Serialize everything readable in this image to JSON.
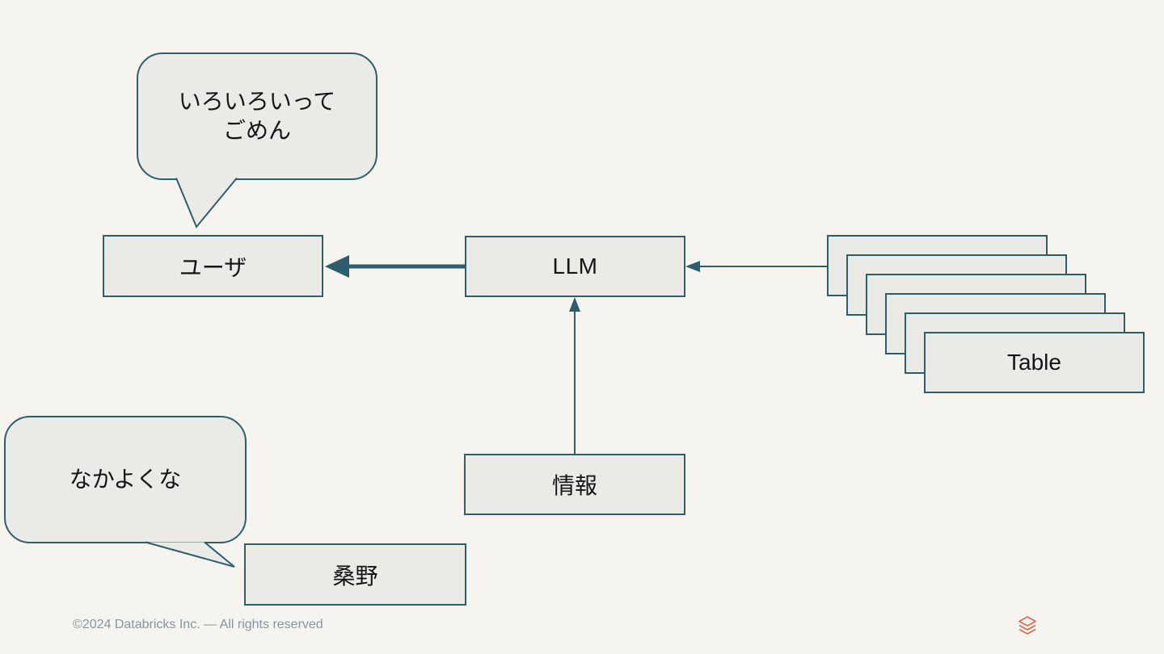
{
  "slide": {
    "background_color": "#f5f4ef"
  },
  "colors": {
    "shape_fill": "#eaeae6",
    "shape_border": "#2e5e6d",
    "arrow": "#2e5e6d",
    "footer_text": "#8894a3",
    "logo_coral": "#dd6552"
  },
  "bubbles": {
    "apology": {
      "line1": "いろいろいって",
      "line2": "ごめん",
      "points_to": "user"
    },
    "friendly": {
      "text": "なかよくな",
      "points_to": "kuwano"
    }
  },
  "nodes": {
    "user": {
      "label": "ユーザ"
    },
    "llm": {
      "label": "LLM"
    },
    "info": {
      "label": "情報"
    },
    "kuwano": {
      "label": "桑野"
    },
    "table_stack": {
      "label": "Table",
      "sheet_count": 6
    }
  },
  "connections": [
    {
      "from": "llm",
      "to": "user",
      "style": "thick-arrow"
    },
    {
      "from": "table_stack",
      "to": "llm",
      "style": "thin-arrow"
    },
    {
      "from": "info",
      "to": "llm",
      "style": "thin-arrow"
    }
  ],
  "footer": {
    "copyright": "©2024 Databricks Inc. — All rights reserved",
    "logo_icon": "databricks-layers-logo"
  }
}
